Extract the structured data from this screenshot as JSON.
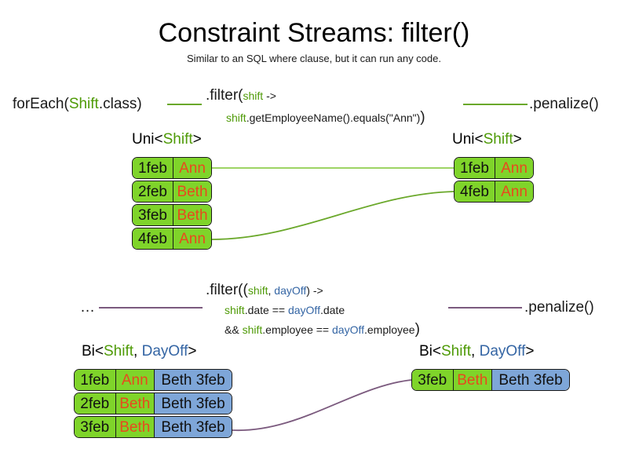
{
  "slide": {
    "title": "Constraint Streams: filter()",
    "subtitle": "Similar to an SQL where clause, but it can run any code."
  },
  "colors": {
    "shift_green": "#7fd42a",
    "dayoff_blue": "#7ea6d8",
    "name_orange": "#e8491e",
    "identifier_green": "#4e9a06",
    "identifier_blue": "#3465a4",
    "link_green": "#6aa82a",
    "link_purple": "#7b5a7e",
    "text_black": "#1a1a1a"
  },
  "uni_section": {
    "source_label_prefix": "forEach(",
    "source_label_type": "Shift",
    "source_label_suffix": ".class)",
    "filter_line1_prefix": ".filter(",
    "filter_line1_var": "shift",
    "filter_line1_suffix": " ->",
    "filter_line2_var": "shift",
    "filter_line2_rest": ".getEmployeeName().equals(\"Ann\")",
    "filter_line2_close": ")",
    "sink_label": ".penalize()",
    "input_type_label_prefix": "Uni<",
    "input_type_label_generic": "Shift",
    "input_type_label_suffix": ">",
    "output_type_label_prefix": "Uni<",
    "output_type_label_generic": "Shift",
    "output_type_label_suffix": ">",
    "input_tuples": [
      {
        "date": "1feb",
        "name": "Ann"
      },
      {
        "date": "2feb",
        "name": "Beth"
      },
      {
        "date": "3feb",
        "name": "Beth"
      },
      {
        "date": "4feb",
        "name": "Ann"
      }
    ],
    "output_tuples": [
      {
        "date": "1feb",
        "name": "Ann"
      },
      {
        "date": "4feb",
        "name": "Ann"
      }
    ]
  },
  "bi_section": {
    "source_label": "…",
    "filter_line1_prefix": ".filter((",
    "filter_line1_var1": "shift",
    "filter_line1_comma": ", ",
    "filter_line1_var2": "dayOff",
    "filter_line1_suffix": ") ->",
    "filter_line2_var1": "shift",
    "filter_line2_mid": ".date == ",
    "filter_line2_var2": "dayOff",
    "filter_line2_end": ".date",
    "filter_line3_op": "&& ",
    "filter_line3_var1": "shift",
    "filter_line3_mid": ".employee == ",
    "filter_line3_var2": "dayOff",
    "filter_line3_end": ".employee",
    "filter_line3_close": ")",
    "sink_label": ".penalize()",
    "input_type_label_prefix": "Bi<",
    "input_type_label_generic1": "Shift",
    "input_type_label_comma": ", ",
    "input_type_label_generic2": "DayOff",
    "input_type_label_suffix": ">",
    "output_type_label_prefix": "Bi<",
    "output_type_label_generic1": "Shift",
    "output_type_label_comma": ", ",
    "output_type_label_generic2": "DayOff",
    "output_type_label_suffix": ">",
    "input_tuples": [
      {
        "date": "1feb",
        "name": "Ann",
        "dayoff": "Beth 3feb"
      },
      {
        "date": "2feb",
        "name": "Beth",
        "dayoff": "Beth 3feb"
      },
      {
        "date": "3feb",
        "name": "Beth",
        "dayoff": "Beth 3feb"
      }
    ],
    "output_tuples": [
      {
        "date": "3feb",
        "name": "Beth",
        "dayoff": "Beth 3feb"
      }
    ]
  }
}
